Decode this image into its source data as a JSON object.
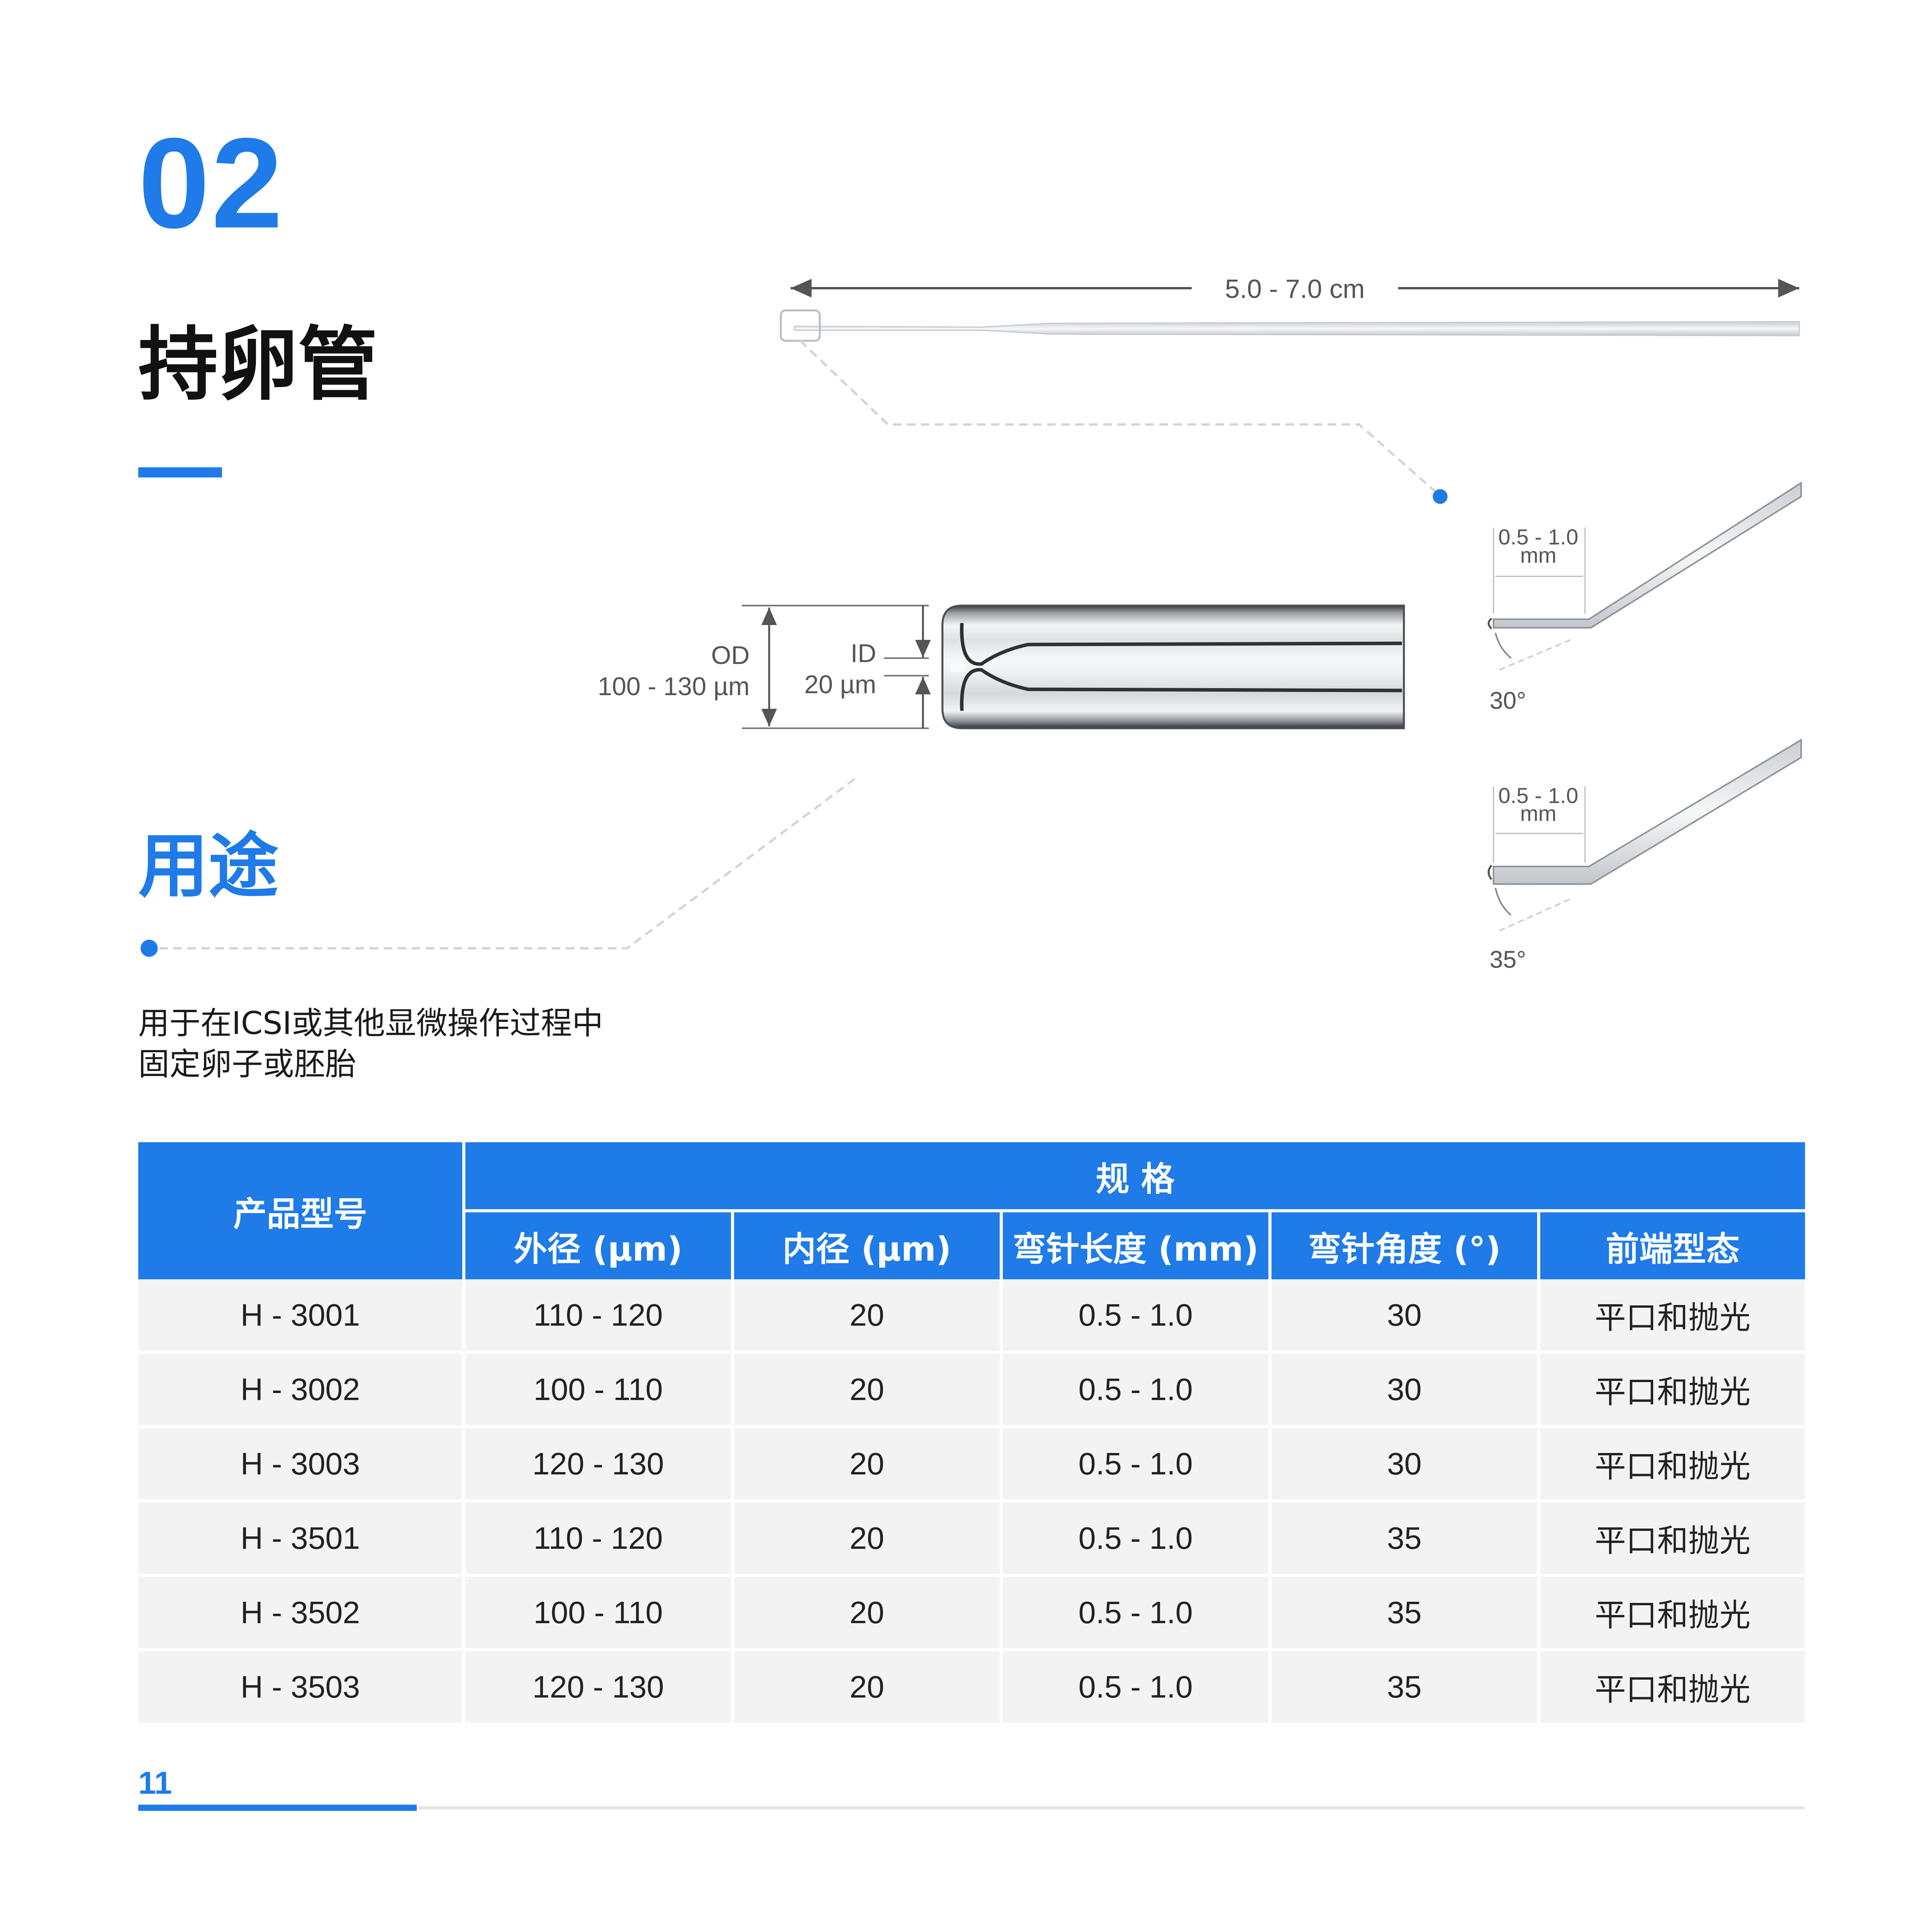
{
  "header": {
    "section_number": "02",
    "title": "持卵管"
  },
  "usage": {
    "heading": "用途",
    "lines": [
      "用于在ICSI或其他显微操作过程中",
      "固定卵子或胚胎"
    ]
  },
  "diagram": {
    "length_label": "5.0 - 7.0 cm",
    "od_label": "OD",
    "od_value": "100 - 130 µm",
    "id_label": "ID",
    "id_value": "20 µm",
    "bend_length_top_1": "0.5 - 1.0",
    "bend_length_top_2": "mm",
    "bend_angle_top": "30°",
    "bend_length_bottom_1": "0.5 - 1.0",
    "bend_length_bottom_2": "mm",
    "bend_angle_bottom": "35°",
    "accent_color": "#1e7be8"
  },
  "table": {
    "model_header": "产品型号",
    "spec_header": "规 格",
    "sub_headers": [
      "外径 (µm)",
      "内径 (µm)",
      "弯针长度 (mm)",
      "弯针角度 (°)",
      "前端型态"
    ],
    "rows": [
      [
        "H - 3001",
        "110 - 120",
        "20",
        "0.5 - 1.0",
        "30",
        "平口和抛光"
      ],
      [
        "H - 3002",
        "100 - 110",
        "20",
        "0.5 - 1.0",
        "30",
        "平口和抛光"
      ],
      [
        "H - 3003",
        "120 - 130",
        "20",
        "0.5 - 1.0",
        "30",
        "平口和抛光"
      ],
      [
        "H - 3501",
        "110 - 120",
        "20",
        "0.5 - 1.0",
        "35",
        "平口和抛光"
      ],
      [
        "H - 3502",
        "100 - 110",
        "20",
        "0.5 - 1.0",
        "35",
        "平口和抛光"
      ],
      [
        "H - 3503",
        "120 - 130",
        "20",
        "0.5 - 1.0",
        "35",
        "平口和抛光"
      ]
    ]
  },
  "footer": {
    "page_number": "11"
  }
}
